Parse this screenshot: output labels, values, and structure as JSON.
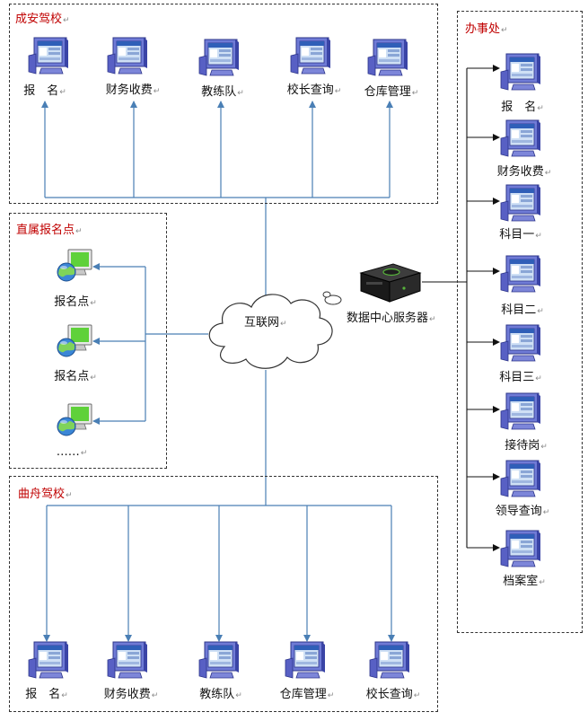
{
  "mark": "↵",
  "zones": {
    "chengan": {
      "title": "成安驾校",
      "nodes": [
        "报　名",
        "财务收费",
        "教练队",
        "校长查询",
        "仓库管理"
      ]
    },
    "zhishu": {
      "title": "直属报名点",
      "nodes": [
        "报名点",
        "报名点",
        "……"
      ]
    },
    "banshichu": {
      "title": "办事处",
      "nodes": [
        "报　名",
        "财务收费",
        "科目一",
        "科目二",
        "科目三",
        "接待岗",
        "领导查询",
        "档案室"
      ]
    },
    "qushou": {
      "title": "曲舟驾校",
      "nodes": [
        "报　名",
        "财务收费",
        "教练队",
        "仓库管理",
        "校长查询"
      ]
    }
  },
  "cloud": {
    "label": "互联网"
  },
  "server": {
    "label": "数据中心服务器"
  },
  "colors": {
    "line": "#4a7fb5",
    "zone_title": "#c00000",
    "border": "#333333"
  },
  "icons": {
    "workstation": "monitor-icon",
    "globe_pc": "globe-computer-icon",
    "server": "server-icon",
    "cloud": "cloud-icon"
  }
}
